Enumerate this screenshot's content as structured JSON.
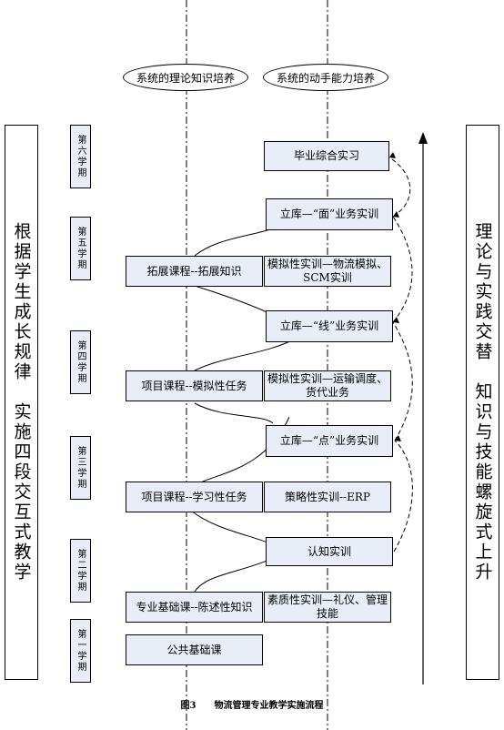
{
  "headers": {
    "theory": "系统的理论知识培养",
    "practice": "系统的动手能力培养"
  },
  "left_banner": "根据学生成长规律　实施四段交互式教学",
  "right_banner": "理论与实践交替　知识与技能螺旋式上升",
  "semesters": [
    "第六学期",
    "第五学期",
    "第四学期",
    "第三学期",
    "第二学期",
    "第一学期"
  ],
  "theory_courses": {
    "public_basic": "公共基础课",
    "professional_basic": "专业基础课--陈述性知识",
    "project_learning": "项目课程--学习性任务",
    "project_simulation": "项目课程--模拟性任务",
    "expansion": "拓展课程--拓展知识"
  },
  "practice_courses": {
    "graduation": "毕业综合实习",
    "warehouse_face": "立库—“面”业务实训",
    "simulation_logistics": "模拟性实训—物流模拟、SCM实训",
    "warehouse_line": "立库—“线”业务实训",
    "simulation_transport": "模拟性实训—运输调度、货代业务",
    "warehouse_point": "立库—“点”业务实训",
    "strategy_erp": "策略性实训--ERP",
    "cognition": "认知实训",
    "quality": "素质性实训—礼仪、管理技能"
  },
  "caption": "图3　　物流管理专业教学实施流程"
}
